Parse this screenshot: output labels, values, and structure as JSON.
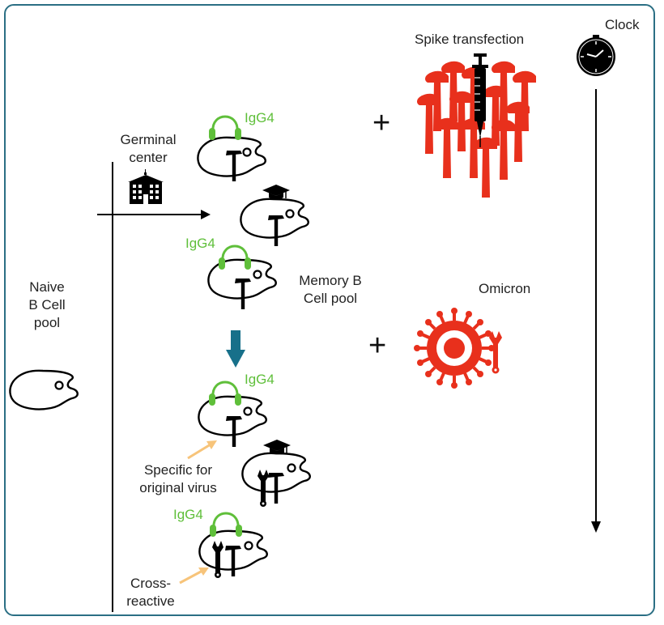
{
  "labels": {
    "germinal_center": [
      "Germinal",
      "center"
    ],
    "naive_pool": [
      "Naive",
      "B Cell",
      "pool"
    ],
    "memory_pool": [
      "Memory B",
      "Cell pool"
    ],
    "spike": "Spike transfection",
    "omicron": "Omicron",
    "clock": "Clock",
    "specific": [
      "Specific for",
      "original virus"
    ],
    "cross": [
      "Cross-",
      "reactive"
    ],
    "igg4": "IgG4",
    "plus": "+"
  },
  "colors": {
    "frame": "#2b6f84",
    "igg4": "#5fbf3a",
    "virus_red": "#e8301c",
    "down_arrow": "#17708a",
    "pointer_arrow": "#f7c47a",
    "ink": "#000000"
  },
  "icons": [
    "b-cell-icon",
    "headphones-icon",
    "hammer-icon",
    "wrench-icon",
    "graduation-cap-icon",
    "building-icon",
    "syringe-icon",
    "virus-icon",
    "clock-icon"
  ]
}
